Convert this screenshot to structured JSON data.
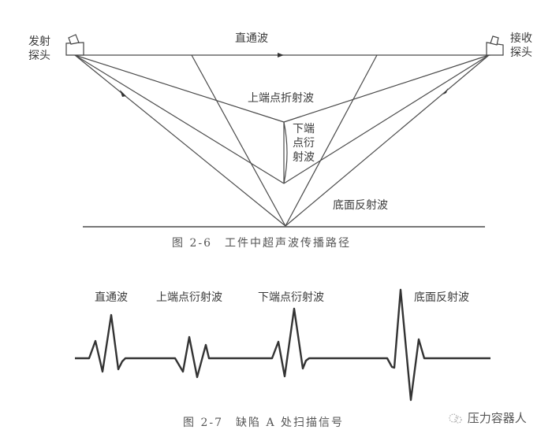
{
  "figure_2_6": {
    "caption": "图 2-6　工件中超声波传播路径",
    "labels": {
      "transmit_probe": "发射探头",
      "receive_probe": "接收探头",
      "lateral_wave": "直通波",
      "upper_tip_wave": "上端点折射波",
      "lower_tip_wave": "下端点衍射波",
      "back_wall_wave": "底面反射波"
    }
  },
  "figure_2_7": {
    "caption": "图 2-7　缺陷 A 处扫描信号",
    "signal_labels": [
      "直通波",
      "上端点衍射波",
      "下端点衍射波",
      "底面反射波"
    ]
  },
  "watermark": {
    "icon": "wechat-logo-icon",
    "text": "压力容器人"
  },
  "colors": {
    "line": "#444444",
    "signal": "#333333",
    "text": "#3a3a3a"
  }
}
